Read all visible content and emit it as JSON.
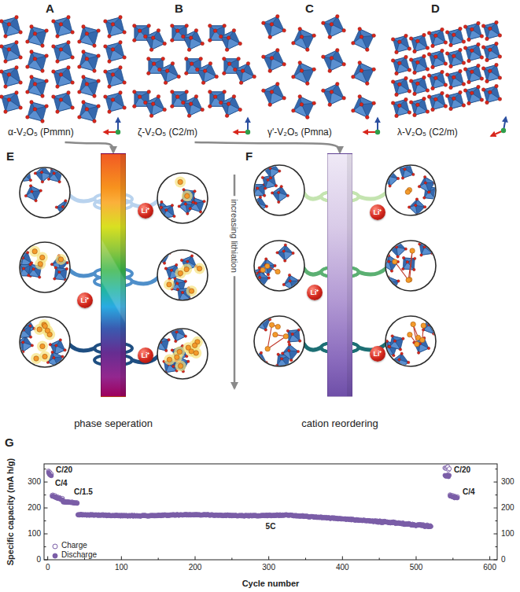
{
  "diagram": {
    "nodes": [
      {
        "text": [
          "α-V₂O₅ (Pmmn)"
        ]
      },
      {
        "text": [
          "ζ-V₂O₅ (C2/m)"
        ]
      },
      {
        "text": [
          "γ'-V₂O₅ (Pmna)"
        ]
      },
      {
        "text": [
          "λ-V₂O₅ (C2/m)"
        ]
      },
      {
        "text": [
          "phase seperation"
        ]
      },
      {
        "text": [
          "Li⁺"
        ]
      },
      {
        "text": [
          "Li⁺"
        ]
      },
      {
        "text": [
          "Li⁺"
        ]
      },
      {
        "text": [
          "cation reordering"
        ]
      },
      {
        "text": [
          "Li⁺"
        ]
      },
      {
        "text": [
          "Li⁺"
        ]
      },
      {
        "text": [
          "Li⁺"
        ]
      }
    ],
    "edges": [
      {
        "from": 0,
        "to": 4,
        "arrow": "to"
      },
      {
        "from": 1,
        "to": 8,
        "arrow": "to"
      }
    ],
    "labels": [
      "A",
      "B",
      "C",
      "D",
      "E",
      "increasing lithiation",
      "F",
      "G",
      "C/20",
      "C/4",
      "C/1.5",
      "5C",
      "C/20",
      "C/4",
      "0",
      "100",
      "200",
      "300",
      "0",
      "100",
      "200",
      "300",
      "0",
      "100",
      "200",
      "300",
      "400",
      "500",
      "600",
      "Specific capacity (mA h/g)",
      "Cycle number"
    ],
    "legend": [
      {
        "text": "Charge"
      },
      {
        "text": "Discharge"
      }
    ]
  }
}
